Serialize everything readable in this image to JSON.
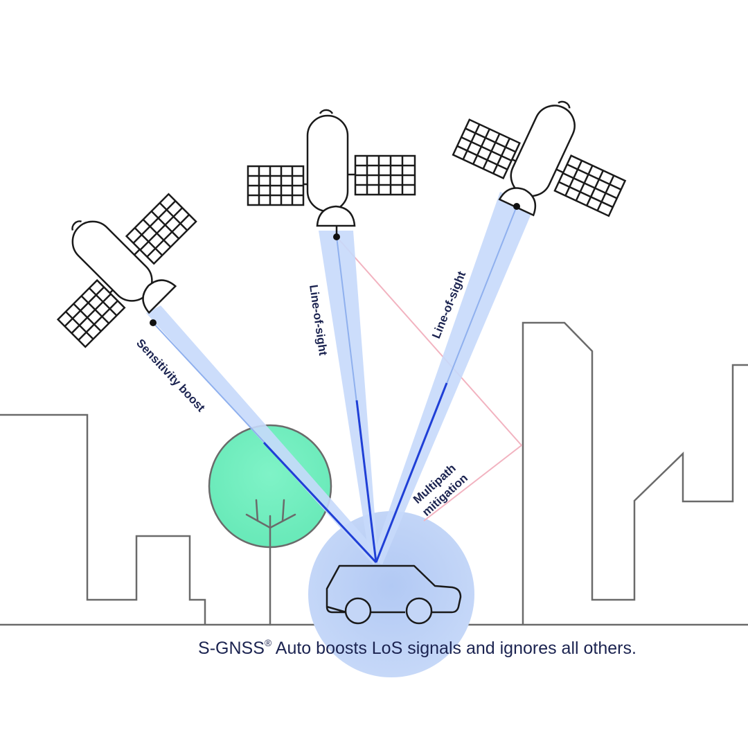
{
  "labels": {
    "sensitivity_boost": "Sensitivity boost",
    "line_of_sight_1": "Line-of-sight",
    "line_of_sight_2": "Line-of-sight",
    "multipath_line1": "Multipath",
    "multipath_line2": "mitigation"
  },
  "caption": {
    "before": "S-GNSS",
    "mark": "®",
    "after": " Auto boosts LoS signals and ignores all others."
  },
  "colors": {
    "beam": "#c9dcfb",
    "signal": "#1f3fd6",
    "tree_foliage": "#73f0c0",
    "car_halo": "#bcd2f7",
    "multipath": "#f4b9c4",
    "outline": "#5f5f5f",
    "ink": "#1b2350"
  },
  "icons": [
    "satellite-icon",
    "tree-icon",
    "car-icon",
    "building-icon"
  ]
}
